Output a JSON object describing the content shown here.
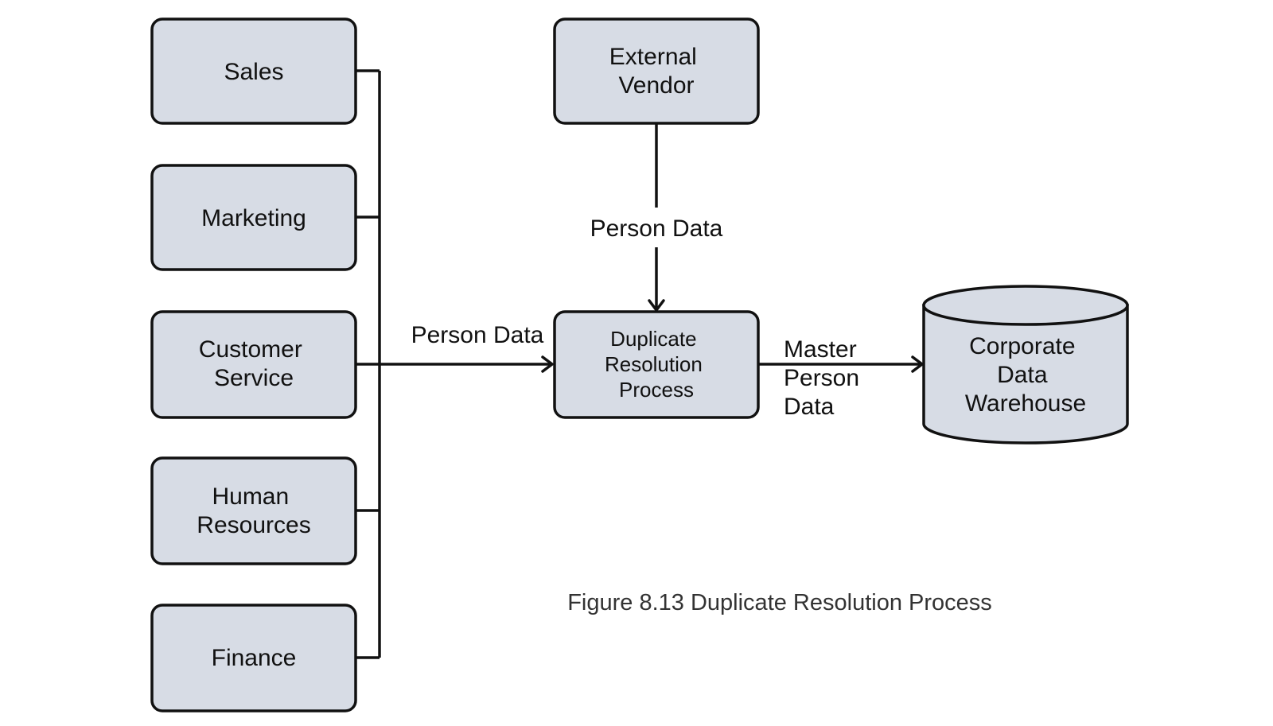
{
  "sources": [
    {
      "id": "sales",
      "lines": [
        "Sales"
      ]
    },
    {
      "id": "marketing",
      "lines": [
        "Marketing"
      ]
    },
    {
      "id": "customer-service",
      "lines": [
        "Customer",
        "Service"
      ]
    },
    {
      "id": "human-resources",
      "lines": [
        "Human",
        "Resources"
      ]
    },
    {
      "id": "finance",
      "lines": [
        "Finance"
      ]
    }
  ],
  "vendor": {
    "lines": [
      "External",
      "Vendor"
    ]
  },
  "process": {
    "lines": [
      "Duplicate",
      "Resolution",
      "Process"
    ]
  },
  "warehouse": {
    "lines": [
      "Corporate",
      "Data",
      "Warehouse"
    ]
  },
  "edges": {
    "sources_to_process": "Person Data",
    "vendor_to_process": "Person Data",
    "process_to_warehouse": [
      "Master",
      "Person",
      "Data"
    ]
  },
  "caption": "Figure 8.13 Duplicate Resolution Process",
  "colors": {
    "box_fill": "#d7dce5",
    "stroke": "#111111",
    "caption": "#333333"
  }
}
